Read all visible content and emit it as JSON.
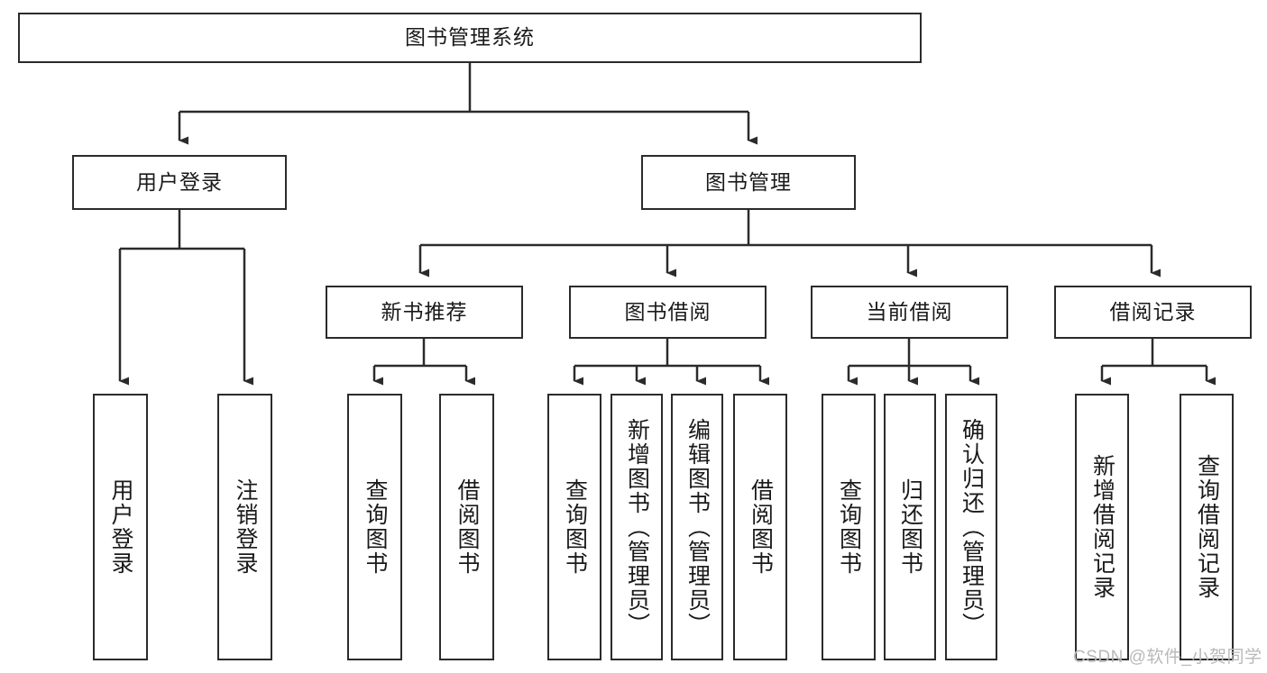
{
  "diagram": {
    "title": "图书管理系统",
    "type": "tree-hierarchy-flowchart",
    "colors": {
      "box_border": "#2b2b2b",
      "box_fill": "#ffffff",
      "connector": "#2b2b2b",
      "text": "#1a1a1a",
      "watermark": "#b9b9b9",
      "background": "#ffffff"
    },
    "nodes": {
      "root": {
        "label": "图书管理系统"
      },
      "level2": [
        {
          "id": "user-login",
          "label": "用户登录"
        },
        {
          "id": "book-management",
          "label": "图书管理"
        }
      ],
      "level3": [
        {
          "id": "new-book-recommend",
          "label": "新书推荐"
        },
        {
          "id": "book-borrow",
          "label": "图书借阅"
        },
        {
          "id": "current-borrow",
          "label": "当前借阅"
        },
        {
          "id": "borrow-record",
          "label": "借阅记录"
        }
      ],
      "leaves": {
        "user_login": [
          {
            "id": "leaf-user-login",
            "label": "用户登录"
          },
          {
            "id": "leaf-logout",
            "label": "注销登录"
          }
        ],
        "new_book_recommend": [
          {
            "id": "leaf-query-book-1",
            "label": "查询图书"
          },
          {
            "id": "leaf-borrow-book-1",
            "label": "借阅图书"
          }
        ],
        "book_borrow": [
          {
            "id": "leaf-query-book-2",
            "label": "查询图书"
          },
          {
            "id": "leaf-add-book",
            "label": "新增图书（管理员）"
          },
          {
            "id": "leaf-edit-book",
            "label": "编辑图书（管理员）"
          },
          {
            "id": "leaf-borrow-book-2",
            "label": "借阅图书"
          }
        ],
        "current_borrow": [
          {
            "id": "leaf-query-book-3",
            "label": "查询图书"
          },
          {
            "id": "leaf-return-book",
            "label": "归还图书"
          },
          {
            "id": "leaf-confirm-return",
            "label": "确认归还（管理员）"
          }
        ],
        "borrow_record": [
          {
            "id": "leaf-add-record",
            "label": "新增借阅记录"
          },
          {
            "id": "leaf-query-record",
            "label": "查询借阅记录"
          }
        ]
      }
    },
    "watermark": "CSDN @软件_小贺同学"
  }
}
